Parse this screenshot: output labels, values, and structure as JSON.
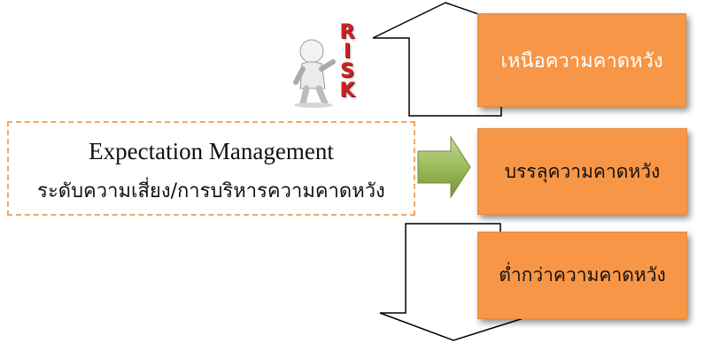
{
  "diagram": {
    "levels": [
      {
        "id": "above",
        "label": "เหนือความคาดหวัง"
      },
      {
        "id": "meet",
        "label": "บรรลุความคาดหวัง"
      },
      {
        "id": "below",
        "label": "ต่ำกว่าความคาดหวัง"
      }
    ],
    "expectation": {
      "title": "Expectation Management",
      "subtitle": "ระดับความเสี่ยง/การบริหารความคาดหวัง"
    },
    "risk_figure": {
      "word": "RISK",
      "letters": [
        "R",
        "I",
        "S",
        "K"
      ]
    },
    "colors": {
      "box_fill": "#f79646",
      "box_text_light": "#ffffff",
      "box_text_dark": "#111111",
      "arrow_green": "#9bbb59",
      "dashed_border": "#f0a866",
      "risk_red": "#cc2222"
    },
    "icons": [
      "up-arrow-icon",
      "down-arrow-icon",
      "right-arrow-icon",
      "risk-person-icon"
    ]
  }
}
